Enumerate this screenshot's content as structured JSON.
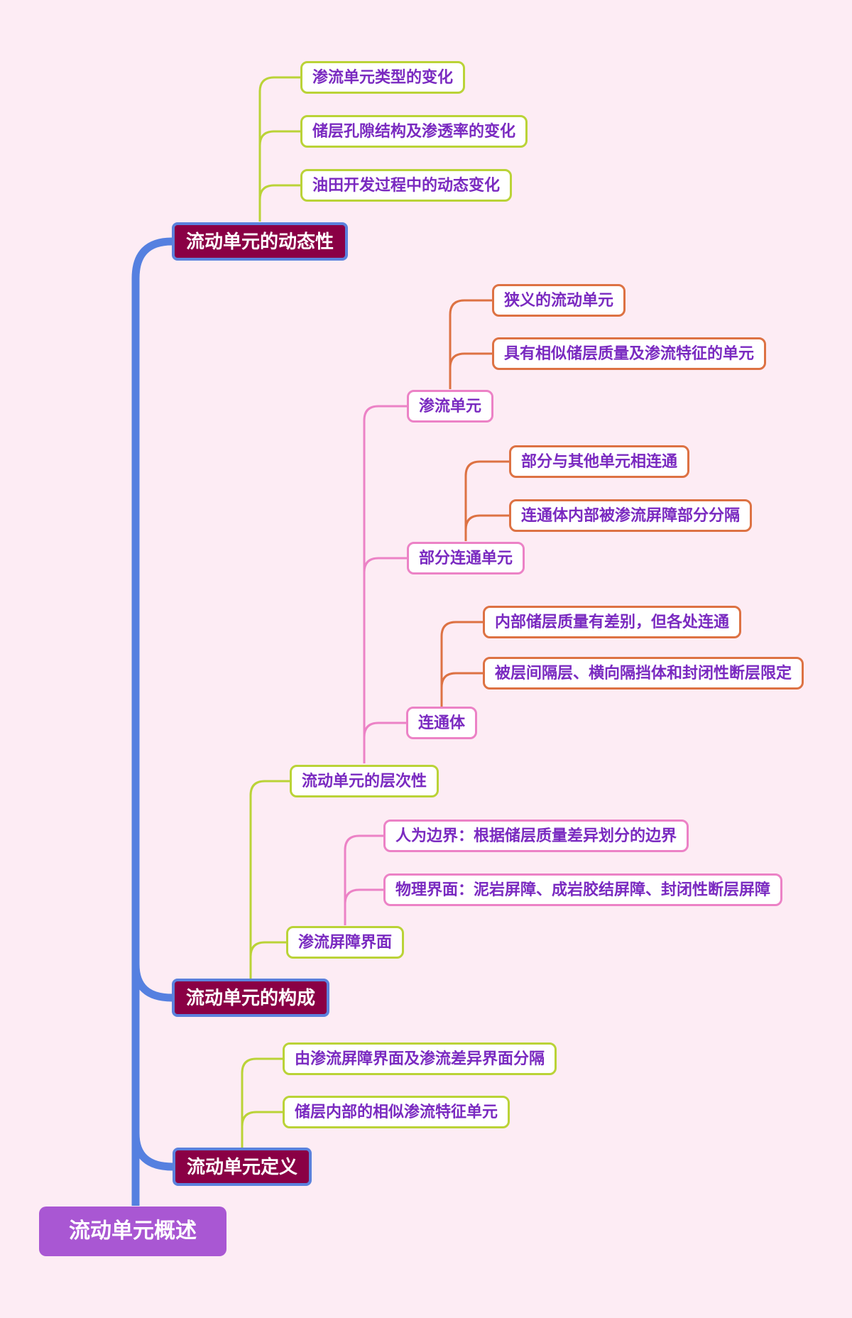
{
  "mindmap": {
    "root": {
      "label": "流动单元概述"
    },
    "main_topics": [
      {
        "label": "流动单元的动态性",
        "children": [
          {
            "label": "渗流单元类型的变化"
          },
          {
            "label": "储层孔隙结构及渗透率的变化"
          },
          {
            "label": "油田开发过程中的动态变化"
          }
        ]
      },
      {
        "label": "流动单元的构成",
        "children": [
          {
            "label": "流动单元的层次性",
            "children": [
              {
                "label": "渗流单元",
                "children": [
                  {
                    "label": "狭义的流动单元"
                  },
                  {
                    "label": "具有相似储层质量及渗流特征的单元"
                  }
                ]
              },
              {
                "label": "部分连通单元",
                "children": [
                  {
                    "label": "部分与其他单元相连通"
                  },
                  {
                    "label": "连通体内部被渗流屏障部分分隔"
                  }
                ]
              },
              {
                "label": "连通体",
                "children": [
                  {
                    "label": "内部储层质量有差别，但各处连通"
                  },
                  {
                    "label": "被层间隔层、横向隔挡体和封闭性断层限定"
                  }
                ]
              }
            ]
          },
          {
            "label": "渗流屏障界面",
            "children": [
              {
                "label": "人为边界：根据储层质量差异划分的边界"
              },
              {
                "label": "物理界面：泥岩屏障、成岩胶结屏障、封闭性断层屏障"
              }
            ]
          }
        ]
      },
      {
        "label": "流动单元定义",
        "children": [
          {
            "label": "由渗流屏障界面及渗流差异界面分隔"
          },
          {
            "label": "储层内部的相似渗流特征单元"
          }
        ]
      }
    ],
    "colors": {
      "background": "#fdecf4",
      "spine_blue": "#5580e0",
      "main_topic_fill": "#8a0045",
      "main_topic_border": "#5b82dd",
      "root_fill": "#a957d3",
      "level2_border_green": "#bad337",
      "level3_border_pink": "#ec82c6",
      "level4_border_orange": "#dd7243",
      "node_text_purple": "#7a2ac0",
      "node_fill": "#ffffff"
    }
  }
}
